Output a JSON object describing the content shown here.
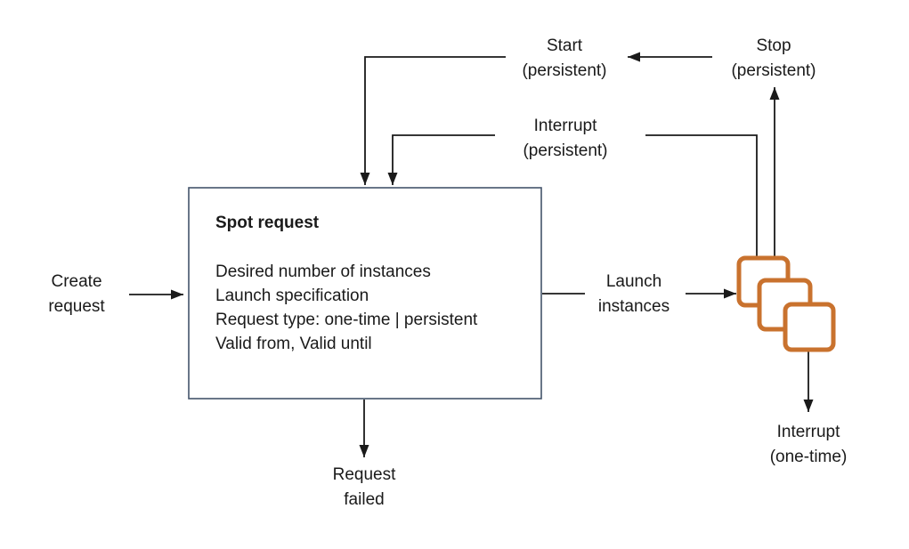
{
  "colors": {
    "background": "#ffffff",
    "text": "#1a1a1a",
    "line": "#1a1a1a",
    "box_border": "#44546a",
    "instance_orange": "#c9722e"
  },
  "box": {
    "title": "Spot request",
    "body_lines": [
      "Desired number of instances",
      "Launch specification",
      "Request type: one-time | persistent",
      "Valid from, Valid until"
    ]
  },
  "labels": {
    "create_request": [
      "Create",
      "request"
    ],
    "start_persistent": [
      "Start",
      "(persistent)"
    ],
    "stop_persistent": [
      "Stop",
      "(persistent)"
    ],
    "interrupt_persistent": [
      "Interrupt",
      "(persistent)"
    ],
    "launch_instances": [
      "Launch",
      "instances"
    ],
    "request_failed": [
      "Request",
      "failed"
    ],
    "interrupt_one_time": [
      "Interrupt",
      "(one-time)"
    ]
  },
  "icons": {
    "instances_stack": "stacked-instance-squares"
  }
}
